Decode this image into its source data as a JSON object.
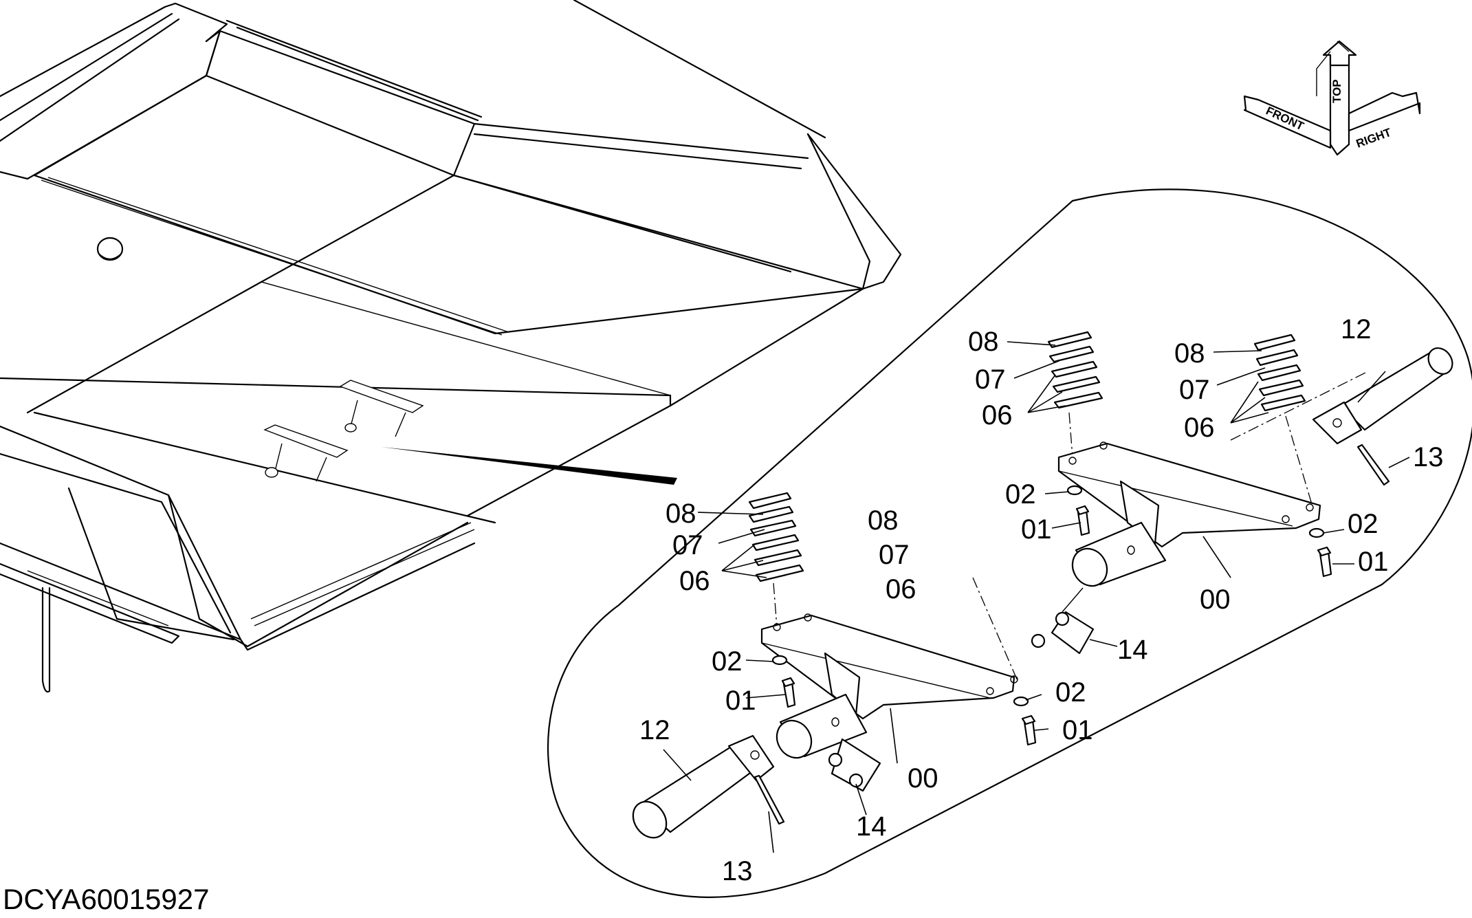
{
  "document_id": "DCYA60015927",
  "orientation_indicator": {
    "labels": [
      "TOP",
      "FRONT",
      "RIGHT"
    ],
    "icon": "orientation-arrows-icon"
  },
  "callouts": {
    "left_group": {
      "shim_top": "08",
      "shim_mid": "07",
      "shims_low": "06",
      "washer": "02",
      "bolt": "01",
      "bracket": "00",
      "tube": "12",
      "pin": "13",
      "clip": "14"
    },
    "center_group": {
      "shim_top": "08",
      "shim_mid": "07",
      "shims_low": "06",
      "washer": "02",
      "bolt": "01"
    },
    "right_group": {
      "left_shims": {
        "shim_top": "08",
        "shim_mid": "07",
        "shims_low": "06"
      },
      "right_shims": {
        "shim_top": "08",
        "shim_mid": "07",
        "shims_low": "06"
      },
      "washer_left": "02",
      "bolt_left": "01",
      "washer_right": "02",
      "bolt_right": "01",
      "bracket": "00",
      "tube": "12",
      "pin": "13",
      "clip": "14"
    }
  }
}
